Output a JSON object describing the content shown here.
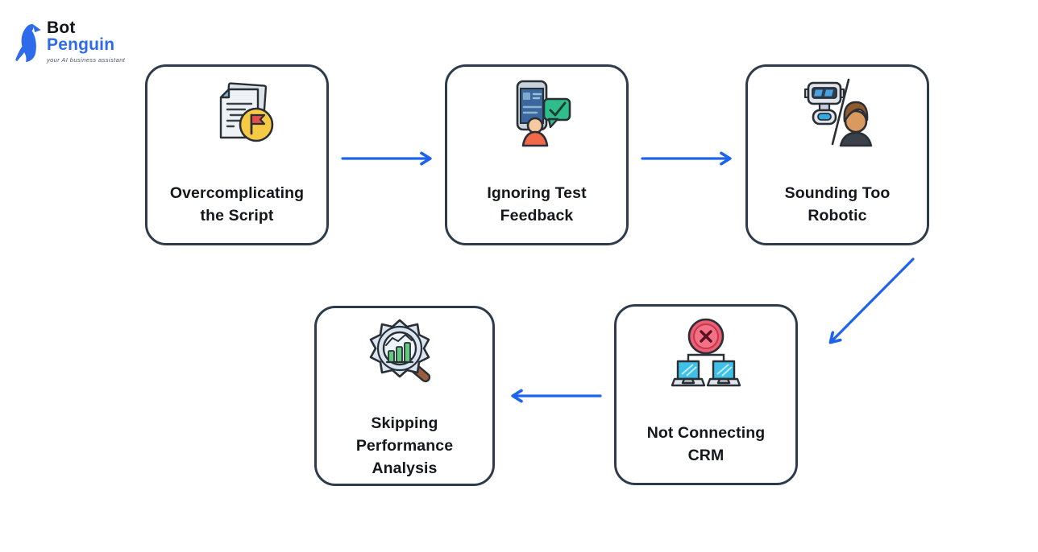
{
  "logo": {
    "brand_line1": "Bot",
    "brand_line2": "Penguin",
    "tagline": "your AI business assistant"
  },
  "flow": {
    "steps": [
      {
        "label": [
          "Overcomplicating",
          "the Script"
        ],
        "icon": "document-flag-icon"
      },
      {
        "label": [
          "Ignoring Test",
          "Feedback"
        ],
        "icon": "phone-test-feedback-icon"
      },
      {
        "label": [
          "Sounding Too",
          "Robotic"
        ],
        "icon": "robot-vs-human-icon"
      },
      {
        "label": [
          "Not Connecting",
          "CRM"
        ],
        "icon": "crm-disconnected-icon"
      },
      {
        "label": [
          "Skipping",
          "Performance",
          "Analysis"
        ],
        "icon": "performance-magnifier-icon"
      }
    ],
    "connections": [
      {
        "from": "Overcomplicating the Script",
        "to": "Ignoring Test Feedback",
        "direction": "right"
      },
      {
        "from": "Ignoring Test Feedback",
        "to": "Sounding Too Robotic",
        "direction": "right"
      },
      {
        "from": "Sounding Too Robotic",
        "to": "Not Connecting CRM",
        "direction": "down-left"
      },
      {
        "from": "Not Connecting CRM",
        "to": "Skipping Performance Analysis",
        "direction": "left"
      }
    ]
  },
  "colors": {
    "arrow": "#1d63ed",
    "card_border": "#2e3b4a",
    "card_background": "#ffffff",
    "label_text": "#14181c",
    "brand_blue": "#2e6bea",
    "brand_dark": "#10151c",
    "flag_yellow": "#f7ca45",
    "flag_red": "#e64c4c",
    "bubble_green": "#2fbd8c",
    "person_orange": "#f2694a",
    "error_red": "#ef5d72",
    "screen_cyan": "#3fc0e6",
    "bars_green": "#63c97e",
    "handle_brown": "#9a5c3e"
  }
}
